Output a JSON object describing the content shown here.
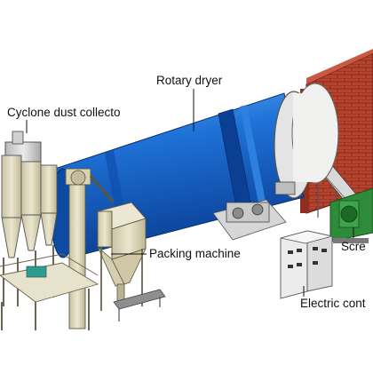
{
  "labels": {
    "rotary_dryer": "Rotary dryer",
    "cyclone_dust_collector": "Cyclone dust collecto",
    "packing_machine": "Packing machine",
    "screw": "Scre",
    "electric_control": "Electric cont"
  },
  "colors": {
    "drum": "#1c6fd6",
    "drum_dark": "#0b4aa8",
    "brick": "#b5402b",
    "machine_beige": "#ddd7bc",
    "screw_green": "#2e8b3a"
  }
}
